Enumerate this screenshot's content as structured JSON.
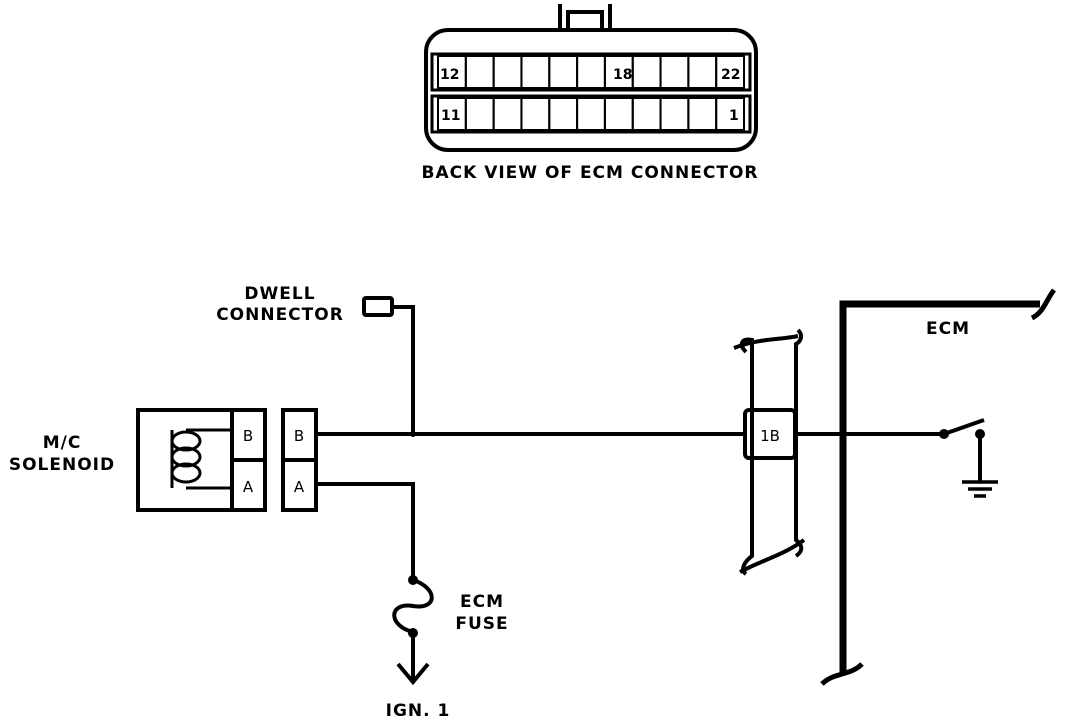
{
  "connector_view": {
    "caption": "BACK VIEW OF ECM CONNECTOR",
    "pins_top": [
      "12",
      "18",
      "22"
    ],
    "pins_bottom": [
      "11",
      "1"
    ]
  },
  "dwell": {
    "label_line1": "DWELL",
    "label_line2": "CONNECTOR"
  },
  "solenoid": {
    "label_line1": "M/C",
    "label_line2": "SOLENOID",
    "terminal_b": "B",
    "terminal_a": "A"
  },
  "harness_connector": {
    "terminal_b": "B",
    "terminal_a": "A"
  },
  "ecm_connector": {
    "pin": "1B"
  },
  "ecm": {
    "label": "ECM"
  },
  "fuse": {
    "label_line1": "ECM",
    "label_line2": "FUSE"
  },
  "power": {
    "label": "IGN. 1"
  }
}
